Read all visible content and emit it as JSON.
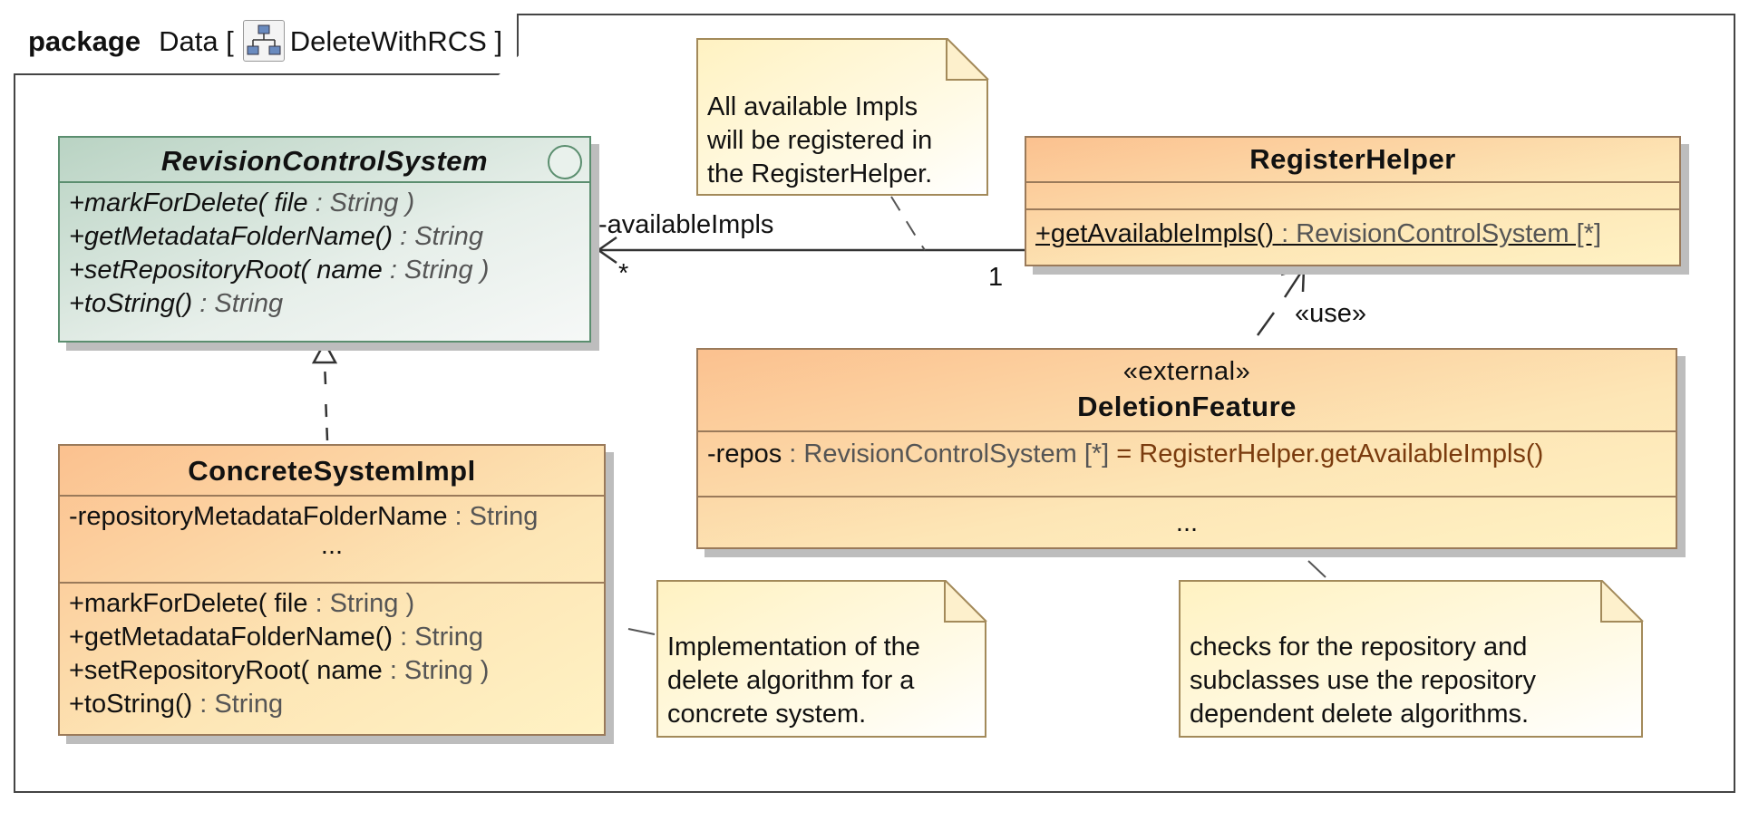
{
  "frame": {
    "keyword": "package",
    "name": "Data [",
    "diagram": "DeleteWithRCS",
    "close": "]"
  },
  "rcs": {
    "name": "RevisionControlSystem",
    "ops": [
      {
        "name": "+markForDelete( file ",
        "type": ": String )"
      },
      {
        "name": "+getMetadataFolderName() ",
        "type": ": String"
      },
      {
        "name": "+setRepositoryRoot( name ",
        "type": ": String )"
      },
      {
        "name": "+toString() ",
        "type": ": String"
      }
    ]
  },
  "impl": {
    "name": "ConcreteSystemImpl",
    "attr": {
      "name": "-repositoryMetadataFolderName ",
      "type": ": String"
    },
    "more": "...",
    "ops": [
      {
        "name": "+markForDelete( file ",
        "type": ": String )"
      },
      {
        "name": "+getMetadataFolderName() ",
        "type": ": String"
      },
      {
        "name": "+setRepositoryRoot( name ",
        "type": ": String )"
      },
      {
        "name": "+toString() ",
        "type": ": String"
      }
    ]
  },
  "helper": {
    "name": "RegisterHelper",
    "op": {
      "name": "+getAvailableImpls() ",
      "type": ": RevisionControlSystem [*]"
    }
  },
  "deletion": {
    "stereotype": "«external»",
    "name": "DeletionFeature",
    "attr": {
      "name": "-repos ",
      "type": ": RevisionControlSystem [*] ",
      "default": "= RegisterHelper.getAvailableImpls()"
    },
    "more": "..."
  },
  "assoc": {
    "role": "-availableImpls",
    "mult_left": "*",
    "mult_right": "1"
  },
  "use_label": "«use»",
  "notes": {
    "top": [
      "All available Impls",
      "will be registered in",
      "the RegisterHelper."
    ],
    "middle": [
      "Implementation of the",
      "delete algorithm for a",
      "concrete system."
    ],
    "right": [
      "checks for the repository and",
      "subclasses use the repository",
      "dependent delete algorithms."
    ]
  }
}
